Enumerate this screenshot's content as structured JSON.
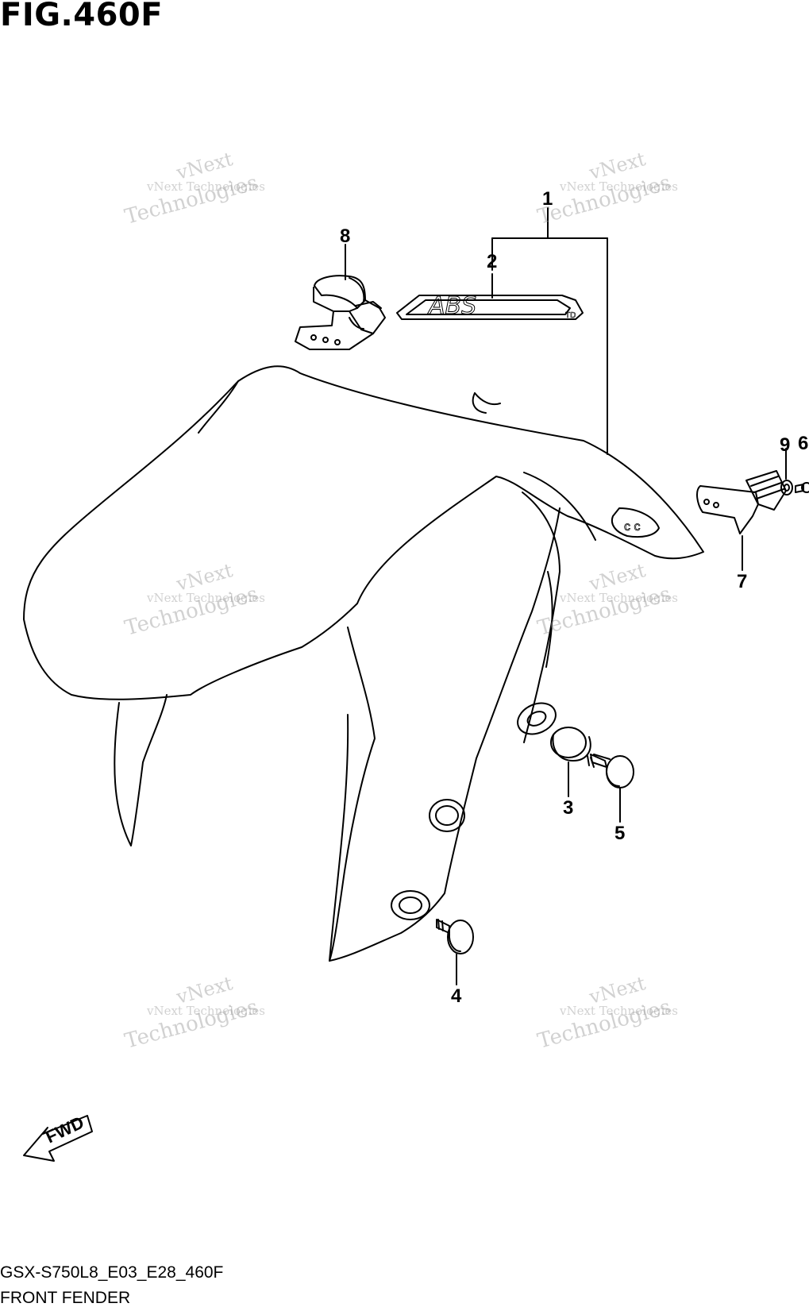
{
  "figure": {
    "title": "FIG.460F",
    "code": "GSX-S750L8_E03_E28_460F",
    "caption": "FRONT FENDER"
  },
  "callouts": [
    "1",
    "2",
    "3",
    "4",
    "5",
    "6",
    "7",
    "8",
    "9"
  ],
  "emblem_text": "ABS",
  "fwd_label": "FWD",
  "watermark": {
    "line1": "vNext Technologies",
    "line2": "vNext",
    "line3": "Technologies"
  }
}
